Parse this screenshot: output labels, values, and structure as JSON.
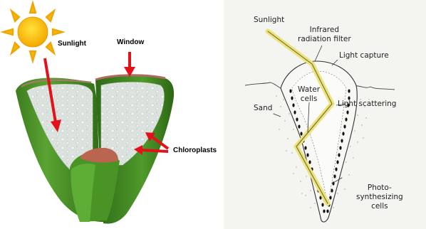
{
  "left_panel": {
    "labels": {
      "sunlight": "Sunlight",
      "window": "Window",
      "chloroplasts": "Chloroplasts"
    }
  },
  "right_panel": {
    "labels": {
      "sunlight": "Sunlight",
      "infrared": "Infrared\nradiation filter",
      "light_capture": "Light capture",
      "sand": "Sand",
      "water_cells": "Water\ncells",
      "light_scattering": "Light scattering",
      "photosynthesizing": "Photo-\nsynthesizing\ncells"
    }
  },
  "colors": {
    "arrow_red": "#e3121a",
    "sun_yellow": "#f5b50a",
    "sun_ray": "#f0a500",
    "leaf_green": "#3f8a22",
    "window_tissue": "#dfe5e2",
    "light_path": "#ebe27a",
    "sketch_bg": "#f4f4f1"
  }
}
